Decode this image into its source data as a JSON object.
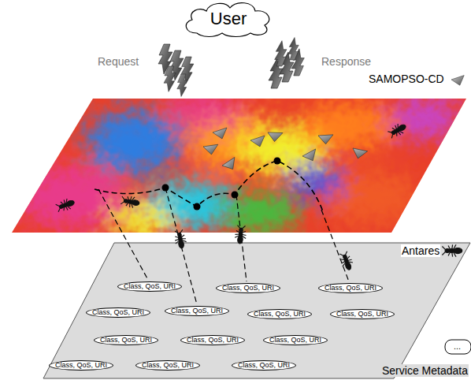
{
  "diagram": {
    "nodes": [
      {
        "text": [
          "User"
        ]
      },
      {
        "text": [
          "Class, QoS, URI"
        ]
      },
      {
        "text": [
          "Class, QoS, URI"
        ]
      },
      {
        "text": [
          "Class, QoS, URI"
        ]
      },
      {
        "text": [
          "Class, QoS, URI"
        ]
      },
      {
        "text": [
          "Class, QoS, URI"
        ]
      },
      {
        "text": [
          "Class, QoS, URI"
        ]
      },
      {
        "text": [
          "Class, QoS, URI"
        ]
      },
      {
        "text": [
          "Class, QoS, URI"
        ]
      },
      {
        "text": [
          "Class, QoS, URI"
        ]
      },
      {
        "text": [
          "Class, QoS, URI"
        ]
      },
      {
        "text": [
          "Class, QoS, URI"
        ]
      },
      {
        "text": [
          "Class, QoS, URI"
        ]
      },
      {
        "text": [
          "Class, QoS, URI"
        ]
      }
    ],
    "labels": [
      "Request",
      "Response",
      "..."
    ],
    "legend": [
      {
        "text": "SAMOPSO-CD"
      },
      {
        "text": "Antares"
      },
      {
        "text": "Service Metadata"
      }
    ]
  }
}
